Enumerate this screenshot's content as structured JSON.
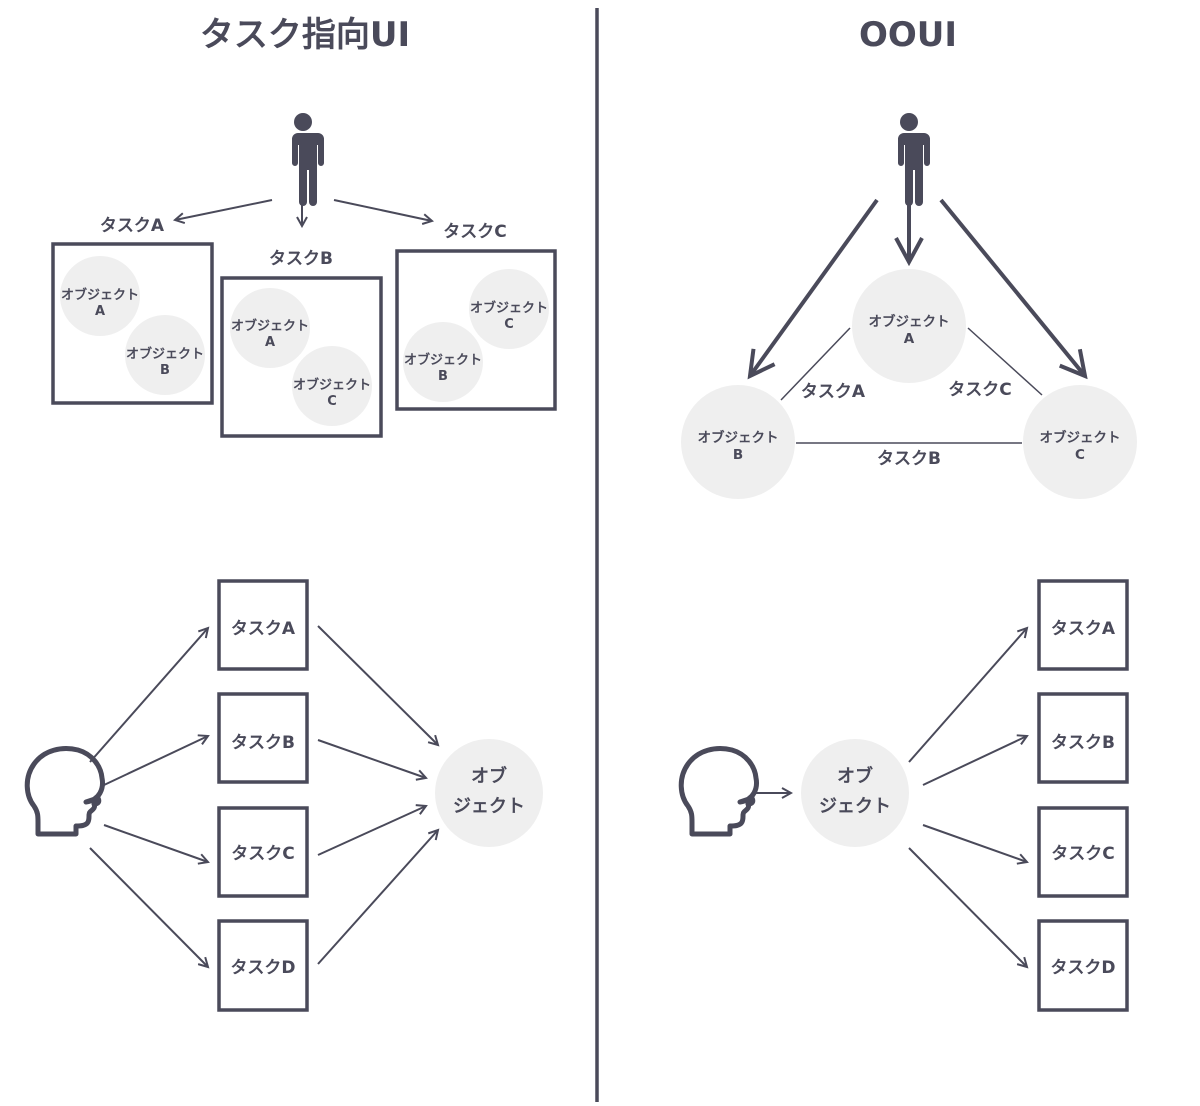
{
  "left": {
    "title": "タスク指向UI",
    "top": {
      "tasks": [
        {
          "label": "タスクA",
          "objects": [
            [
              "オブジェクト",
              "A"
            ],
            [
              "オブジェクト",
              "B"
            ]
          ]
        },
        {
          "label": "タスクB",
          "objects": [
            [
              "オブジェクト",
              "A"
            ],
            [
              "オブジェクト",
              "C"
            ]
          ]
        },
        {
          "label": "タスクC",
          "objects": [
            [
              "オブジェクト",
              "C"
            ],
            [
              "オブジェクト",
              "B"
            ]
          ]
        }
      ]
    },
    "bottom": {
      "tasks": [
        "タスクA",
        "タスクB",
        "タスクC",
        "タスクD"
      ],
      "object": [
        "オブ",
        "ジェクト"
      ]
    }
  },
  "right": {
    "title": "OOUI",
    "top": {
      "objects": [
        [
          "オブジェクト",
          "A"
        ],
        [
          "オブジェクト",
          "B"
        ],
        [
          "オブジェクト",
          "C"
        ]
      ],
      "edges": [
        "タスクA",
        "タスクC",
        "タスクB"
      ]
    },
    "bottom": {
      "object": [
        "オブ",
        "ジェクト"
      ],
      "tasks": [
        "タスクA",
        "タスクB",
        "タスクC",
        "タスクD"
      ]
    }
  },
  "colors": {
    "ink": "#4a4a5a",
    "circle": "#efefef"
  },
  "icons": [
    "person-icon",
    "head-profile-icon"
  ]
}
